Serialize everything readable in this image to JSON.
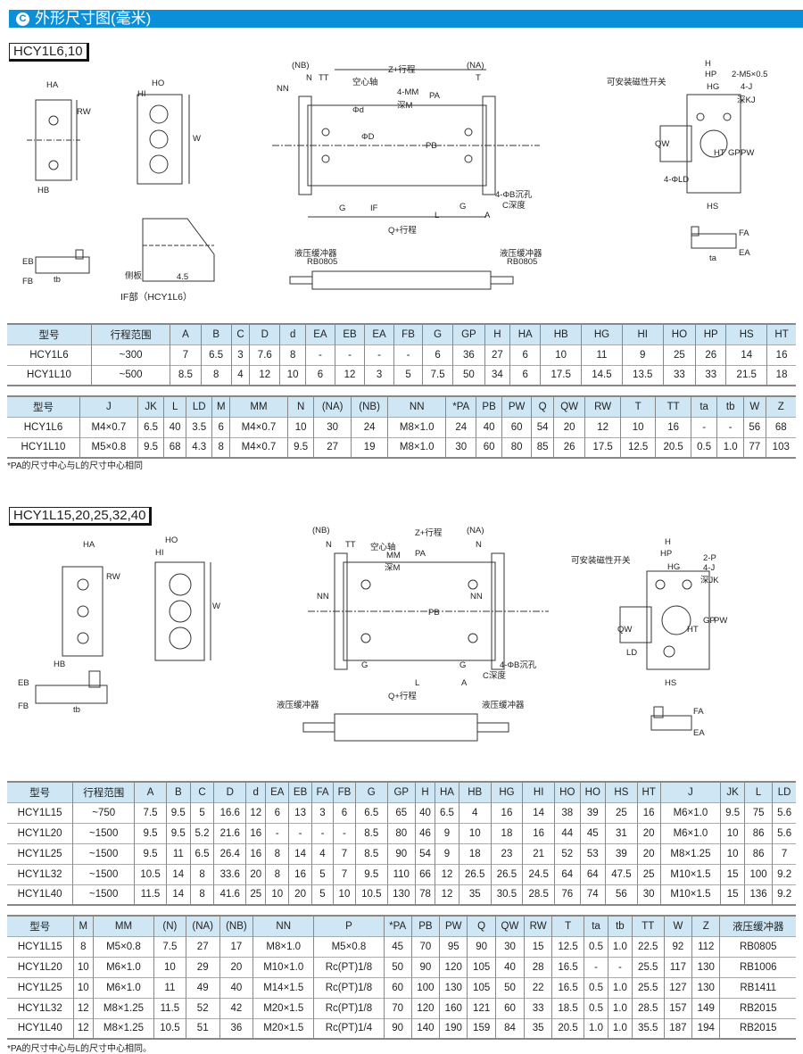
{
  "title": "外形尺寸图(毫米)",
  "title_icon": "C",
  "section1": {
    "model_label": "HCY1L6,10",
    "drawing_labels": {
      "ha": "HA",
      "rw": "RW",
      "hb": "HB",
      "ho": "HO",
      "hi": "HI",
      "w": "W",
      "nb": "(NB)",
      "n": "N",
      "tt": "TT",
      "z_stroke": "Z+行程",
      "na": "(NA)",
      "t": "T",
      "nn": "NN",
      "hollow_shaft": "空心轴",
      "mm": "4-MM",
      "mm_depth": "深M",
      "pa": "PA",
      "pb": "PB",
      "d": "ΦD",
      "dd": "Φd",
      "g": "G",
      "if": "IF",
      "l": "L",
      "a": "A",
      "q_stroke": "Q+行程",
      "cbore": "4-ΦB沉孔",
      "c_depth": "C深度",
      "switch": "可安装磁性开关",
      "h": "H",
      "hp": "HP",
      "hg": "HG",
      "m5": "2-M5×0.5",
      "j": "4-J",
      "kj": "深KJ",
      "qw": "QW",
      "gp": "GP",
      "pw": "PW",
      "ht": "HT",
      "ld": "4-ΦLD",
      "hs": "HS",
      "side_plate": "侧板",
      "dim45": "4.5",
      "if_part": "IF部（HCY1L6）",
      "eb": "EB",
      "fb": "FB",
      "tb": "tb",
      "ta": "ta",
      "fa": "FA",
      "ea": "EA",
      "shock1": "液压缓冲器",
      "rb1": "RB0805",
      "shock2": "液压缓冲器",
      "rb2": "RB0805"
    }
  },
  "table1": {
    "headers": [
      "型号",
      "行程范围",
      "A",
      "B",
      "C",
      "D",
      "d",
      "EA",
      "EB",
      "EA",
      "FB",
      "G",
      "GP",
      "H",
      "HA",
      "HB",
      "HG",
      "HI",
      "HO",
      "HP",
      "HS",
      "HT"
    ],
    "rows": [
      [
        "HCY1L6",
        "~300",
        "7",
        "6.5",
        "3",
        "7.6",
        "8",
        "-",
        "-",
        "-",
        "-",
        "6",
        "36",
        "27",
        "6",
        "10",
        "11",
        "9",
        "25",
        "26",
        "14",
        "16"
      ],
      [
        "HCY1L10",
        "~500",
        "8.5",
        "8",
        "4",
        "12",
        "10",
        "6",
        "12",
        "3",
        "5",
        "7.5",
        "50",
        "34",
        "6",
        "17.5",
        "14.5",
        "13.5",
        "33",
        "33",
        "21.5",
        "18"
      ]
    ]
  },
  "table2": {
    "headers": [
      "型号",
      "J",
      "JK",
      "L",
      "LD",
      "M",
      "MM",
      "N",
      "(NA)",
      "(NB)",
      "NN",
      "*PA",
      "PB",
      "PW",
      "Q",
      "QW",
      "RW",
      "T",
      "TT",
      "ta",
      "tb",
      "W",
      "Z"
    ],
    "rows": [
      [
        "HCY1L6",
        "M4×0.7",
        "6.5",
        "40",
        "3.5",
        "6",
        "M4×0.7",
        "10",
        "30",
        "24",
        "M8×1.0",
        "24",
        "40",
        "60",
        "54",
        "20",
        "12",
        "10",
        "16",
        "-",
        "-",
        "56",
        "68"
      ],
      [
        "HCY1L10",
        "M5×0.8",
        "9.5",
        "68",
        "4.3",
        "8",
        "M4×0.7",
        "9.5",
        "27",
        "19",
        "M8×1.0",
        "30",
        "60",
        "80",
        "85",
        "26",
        "17.5",
        "12.5",
        "20.5",
        "0.5",
        "1.0",
        "77",
        "103"
      ]
    ]
  },
  "note1": "*PA的尺寸中心与L的尺寸中心相同",
  "section2": {
    "model_label": "HCY1L15,20,25,32,40",
    "drawing_labels": {
      "ha": "HA",
      "rw": "RW",
      "hb": "HB",
      "ho": "HO",
      "hi": "HI",
      "w": "W",
      "nb": "(NB)",
      "n": "N",
      "tt": "TT",
      "z_stroke": "Z+行程",
      "na": "(NA)",
      "nn": "NN",
      "hollow_shaft": "空心轴",
      "mm": "MM",
      "mm_depth": "深M",
      "pa": "PA",
      "pb": "PB",
      "g": "G",
      "l": "L",
      "a": "A",
      "q_stroke": "Q+行程",
      "cbore": "4-ΦB沉孔",
      "c_depth": "C深度",
      "switch": "可安装磁性开关",
      "h": "H",
      "hp": "HP",
      "hg": "HG",
      "p": "2-P",
      "j": "4-J",
      "jk": "深JK",
      "qw": "QW",
      "gp": "GP",
      "pw": "PW",
      "ht": "HT",
      "ld": "LD",
      "hs": "HS",
      "eb": "EB",
      "fb": "FB",
      "tb": "tb",
      "fa": "FA",
      "ea": "EA",
      "shock1": "液压缓冲器",
      "shock2": "液压缓冲器"
    }
  },
  "table3": {
    "headers": [
      "型号",
      "行程范围",
      "A",
      "B",
      "C",
      "D",
      "d",
      "EA",
      "EB",
      "FA",
      "FB",
      "G",
      "GP",
      "H",
      "HA",
      "HB",
      "HG",
      "HI",
      "HO",
      "HO",
      "HS",
      "HT",
      "J",
      "JK",
      "L",
      "LD"
    ],
    "rows": [
      [
        "HCY1L15",
        "~750",
        "7.5",
        "9.5",
        "5",
        "16.6",
        "12",
        "6",
        "13",
        "3",
        "6",
        "6.5",
        "65",
        "40",
        "6.5",
        "4",
        "16",
        "14",
        "38",
        "39",
        "25",
        "16",
        "M6×1.0",
        "9.5",
        "75",
        "5.6"
      ],
      [
        "HCY1L20",
        "~1500",
        "9.5",
        "9.5",
        "5.2",
        "21.6",
        "16",
        "-",
        "-",
        "-",
        "-",
        "8.5",
        "80",
        "46",
        "9",
        "10",
        "18",
        "16",
        "44",
        "45",
        "31",
        "20",
        "M6×1.0",
        "10",
        "86",
        "5.6"
      ],
      [
        "HCY1L25",
        "~1500",
        "9.5",
        "11",
        "6.5",
        "26.4",
        "16",
        "8",
        "14",
        "4",
        "7",
        "8.5",
        "90",
        "54",
        "9",
        "18",
        "23",
        "21",
        "52",
        "53",
        "39",
        "20",
        "M8×1.25",
        "10",
        "86",
        "7"
      ],
      [
        "HCY1L32",
        "~1500",
        "10.5",
        "14",
        "8",
        "33.6",
        "20",
        "8",
        "16",
        "5",
        "7",
        "9.5",
        "110",
        "66",
        "12",
        "26.5",
        "26.5",
        "24.5",
        "64",
        "64",
        "47.5",
        "25",
        "M10×1.5",
        "15",
        "100",
        "9.2"
      ],
      [
        "HCY1L40",
        "~1500",
        "11.5",
        "14",
        "8",
        "41.6",
        "25",
        "10",
        "20",
        "5",
        "10",
        "10.5",
        "130",
        "78",
        "12",
        "35",
        "30.5",
        "28.5",
        "76",
        "74",
        "56",
        "30",
        "M10×1.5",
        "15",
        "136",
        "9.2"
      ]
    ]
  },
  "table4": {
    "headers": [
      "型号",
      "M",
      "MM",
      "(N)",
      "(NA)",
      "(NB)",
      "NN",
      "P",
      "*PA",
      "PB",
      "PW",
      "Q",
      "QW",
      "RW",
      "T",
      "ta",
      "tb",
      "TT",
      "W",
      "Z",
      "液压缓冲器"
    ],
    "rows": [
      [
        "HCY1L15",
        "8",
        "M5×0.8",
        "7.5",
        "27",
        "17",
        "M8×1.0",
        "M5×0.8",
        "45",
        "70",
        "95",
        "90",
        "30",
        "15",
        "12.5",
        "0.5",
        "1.0",
        "22.5",
        "92",
        "112",
        "RB0805"
      ],
      [
        "HCY1L20",
        "10",
        "M6×1.0",
        "10",
        "29",
        "20",
        "M10×1.0",
        "Rc(PT)1/8",
        "50",
        "90",
        "120",
        "105",
        "40",
        "28",
        "16.5",
        "-",
        "-",
        "25.5",
        "117",
        "130",
        "RB1006"
      ],
      [
        "HCY1L25",
        "10",
        "M6×1.0",
        "11",
        "49",
        "40",
        "M14×1.5",
        "Rc(PT)1/8",
        "60",
        "100",
        "130",
        "105",
        "50",
        "22",
        "16.5",
        "0.5",
        "1.0",
        "25.5",
        "127",
        "130",
        "RB1411"
      ],
      [
        "HCY1L32",
        "12",
        "M8×1.25",
        "11.5",
        "52",
        "42",
        "M20×1.5",
        "Rc(PT)1/8",
        "70",
        "120",
        "160",
        "121",
        "60",
        "33",
        "18.5",
        "0.5",
        "1.0",
        "28.5",
        "157",
        "149",
        "RB2015"
      ],
      [
        "HCY1L40",
        "12",
        "M8×1.25",
        "10.5",
        "51",
        "36",
        "M20×1.5",
        "Rc(PT)1/4",
        "90",
        "140",
        "190",
        "159",
        "84",
        "35",
        "20.5",
        "1.0",
        "1.0",
        "35.5",
        "187",
        "194",
        "RB2015"
      ]
    ]
  },
  "note2": "*PA的尺寸中心与L的尺寸中心相同。",
  "colors": {
    "title_bar": "#0b8fd8",
    "table_header": "#cfe6f4"
  }
}
